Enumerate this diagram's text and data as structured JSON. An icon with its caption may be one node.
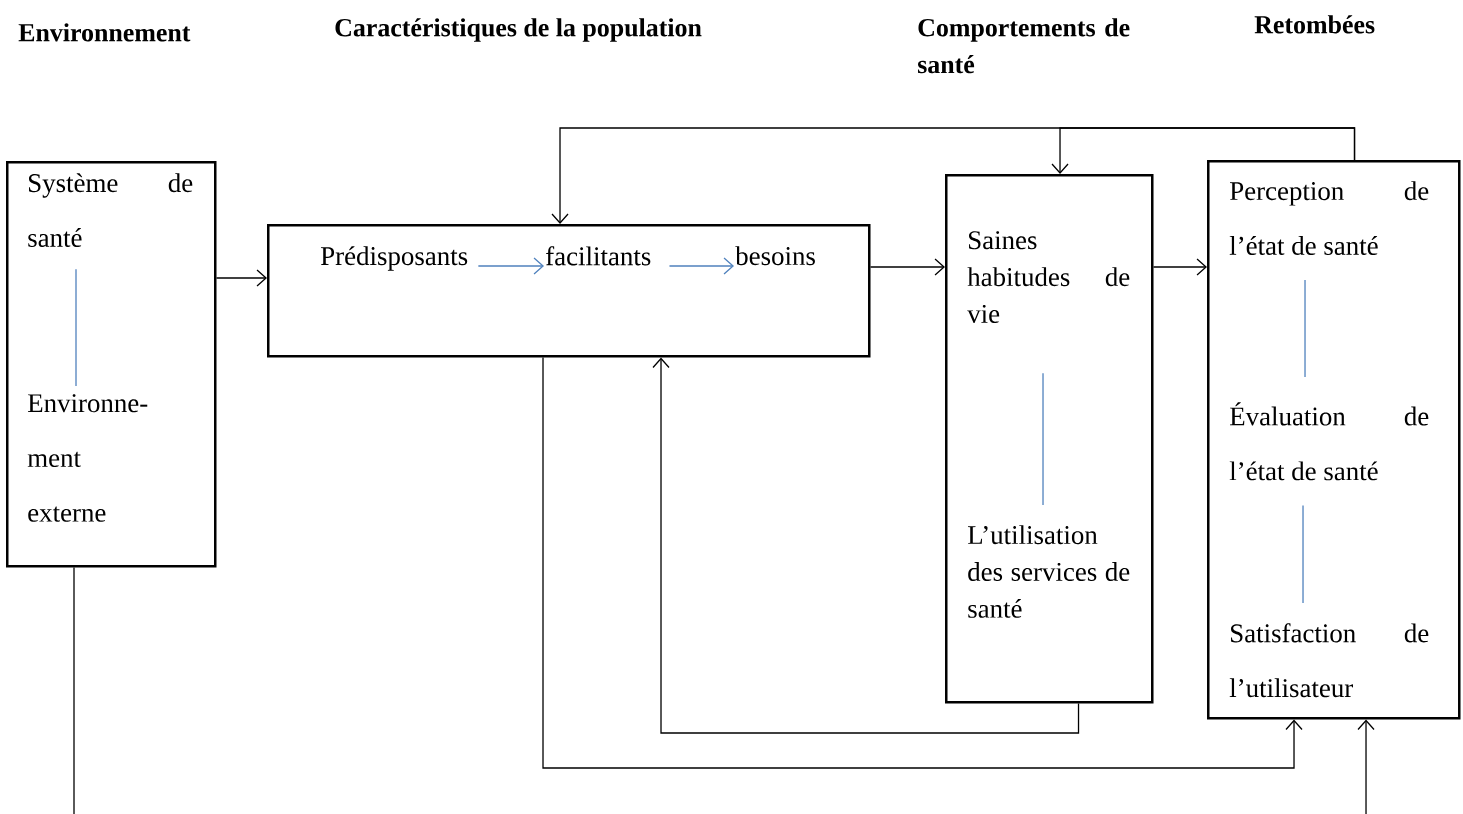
{
  "diagram": {
    "nodes": [
      {
        "text": [],
        "shape": "box"
      },
      {
        "text": [
          "Système de santé"
        ],
        "in": 0
      },
      {
        "text": [
          "Environne- ment externe"
        ],
        "in": 0
      },
      {
        "text": [],
        "shape": "box"
      },
      {
        "text": [
          "Prédisposants"
        ],
        "in": 3
      },
      {
        "text": [
          "facilitants"
        ],
        "in": 3
      },
      {
        "text": [
          "besoins"
        ],
        "in": 3
      },
      {
        "text": [],
        "shape": "box"
      },
      {
        "text": [
          "Saines habitudes de vie"
        ],
        "in": 7
      },
      {
        "text": [
          "L’utilisation des services de santé"
        ],
        "in": 7
      },
      {
        "text": [],
        "shape": "box"
      },
      {
        "text": [
          "Perception de l’état de santé"
        ],
        "in": 10
      },
      {
        "text": [
          "Évaluation de l’état de santé"
        ],
        "in": 10
      },
      {
        "text": [
          "Satisfaction de l’utilisateur"
        ],
        "in": 10
      }
    ],
    "edges": [
      {
        "from": 1,
        "to": 2,
        "arrow": "none",
        "color": "#4f81bd"
      },
      {
        "from": 0,
        "to": 3,
        "arrow": "to"
      },
      {
        "from": 4,
        "to": 5,
        "arrow": "to",
        "color": "#4f81bd"
      },
      {
        "from": 5,
        "to": 6,
        "arrow": "to",
        "color": "#4f81bd"
      },
      {
        "from": 3,
        "to": 7,
        "arrow": "to"
      },
      {
        "from": 7,
        "to": 10,
        "arrow": "to"
      },
      {
        "from": 8,
        "to": 9,
        "arrow": "none",
        "color": "#4f81bd"
      },
      {
        "from": 11,
        "to": 12,
        "arrow": "none",
        "color": "#4f81bd"
      },
      {
        "from": 12,
        "to": 13,
        "arrow": "none",
        "color": "#4f81bd"
      },
      {
        "from": 10,
        "to": 3,
        "arrow": "to"
      },
      {
        "from": 10,
        "to": 7,
        "arrow": "to"
      },
      {
        "from": 7,
        "to": 3,
        "arrow": "to"
      },
      {
        "from": 3,
        "to": 10,
        "arrow": "to"
      },
      {
        "from": 0,
        "to": null,
        "arrow": "none"
      },
      {
        "from": null,
        "to": 10,
        "arrow": "to"
      }
    ],
    "labels": [
      "Environnement",
      "Caractéristiques de la population",
      "Comportements de santé",
      "Retombées"
    ]
  }
}
